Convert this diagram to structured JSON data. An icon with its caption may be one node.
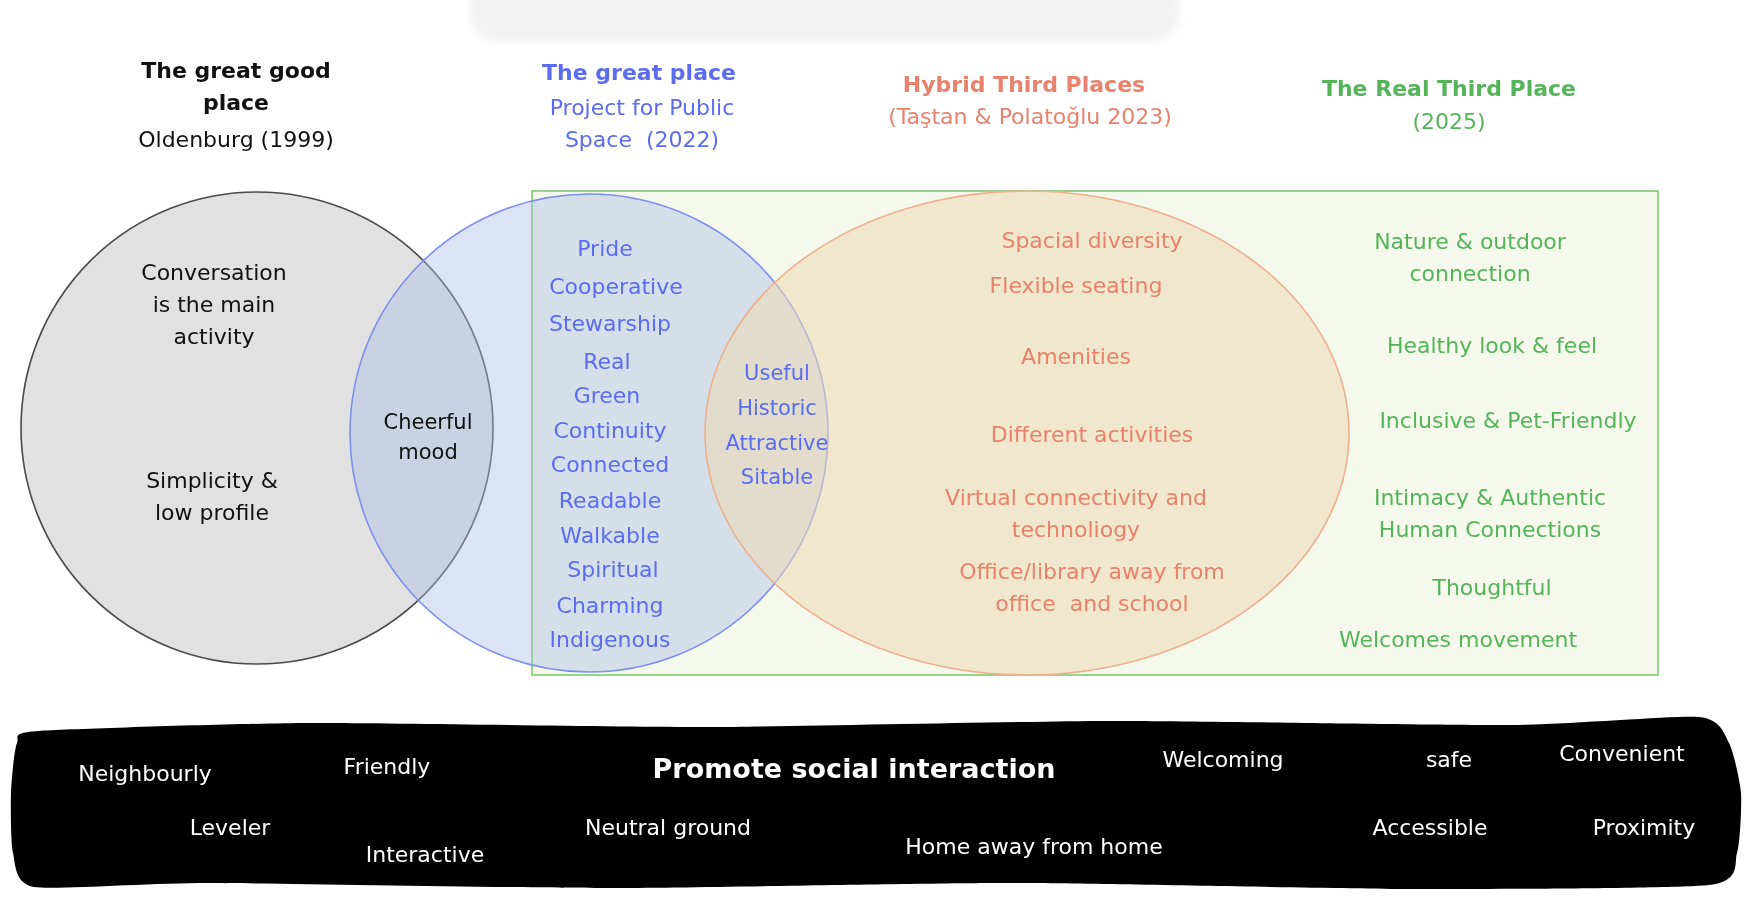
{
  "diagram": {
    "nodes": [
      {
        "text": [
          "The great good place",
          "Oldenburg (1999)",
          "Conversation is the main activity",
          "Simplicity & low profile"
        ]
      },
      {
        "text": [
          "The great place",
          "Project for Public Space  (2022)",
          "Pride",
          "Cooperative",
          "Stewarship",
          "Real",
          "Green",
          "Continuity",
          "Connected",
          "Readable",
          "Walkable",
          "Spiritual",
          "Charming",
          "Indigenous"
        ]
      },
      {
        "text": [
          "The Real Third Place",
          "(2025)",
          "Nature & outdoor connection",
          "Healthy look & feel",
          "Inclusive & Pet-Friendly",
          "Intimacy & Authentic Human Connections",
          "Thoughtful",
          "Welcomes movement"
        ]
      },
      {
        "text": [
          "Hybrid Third Places",
          "(Taştan & Polatoğlu 2023)",
          "Spacial diversity",
          "Flexible seating",
          "Amenities",
          "Different activities",
          "Virtual connectivity and technoliogy",
          "Office/library away from office  and school"
        ],
        "in": 2
      },
      {
        "text": [
          "Neighbourly",
          "Friendly",
          "Promote social interaction",
          "Welcoming",
          "safe",
          "Convenient",
          "Leveler",
          "Interactive",
          "Neutral ground",
          "Home away from home",
          "Accessible",
          "Proximity"
        ]
      }
    ],
    "labels": [
      "Cheerful mood",
      "Useful",
      "Historic",
      "Attractive",
      "Sitable"
    ]
  }
}
